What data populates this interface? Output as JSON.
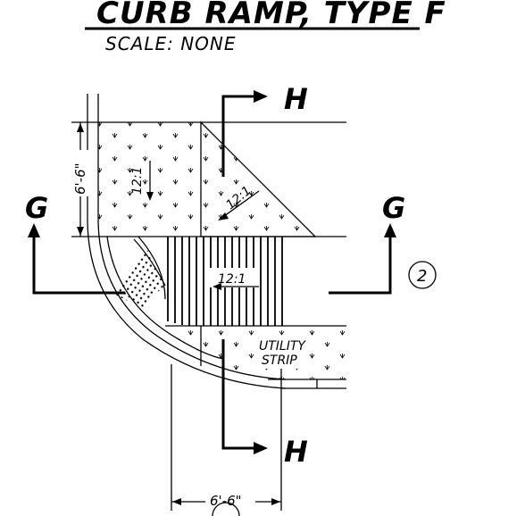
{
  "title": "CURB RAMP, TYPE F",
  "scale_label": "SCALE: NONE",
  "section_marks": {
    "h_top": "H",
    "h_bottom": "H",
    "g_left": "G",
    "g_right": "G"
  },
  "slopes": {
    "landing_slope": "12:1",
    "flare_slope": "12:1",
    "ramp_slope": "12:1"
  },
  "dimensions": {
    "vertical": "6'-6\"",
    "horizontal": "6'-6\""
  },
  "notes": {
    "utility_line1": "UTILITY",
    "utility_line2": "STRIP"
  },
  "detail_callout": "2"
}
